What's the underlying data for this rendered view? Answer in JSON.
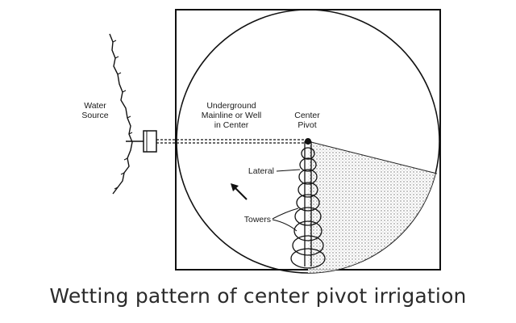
{
  "diagram": {
    "labels": {
      "water_source_line1": "Water",
      "water_source_line2": "Source",
      "mainline_line1": "Underground",
      "mainline_line2": "Mainline or Well",
      "mainline_line3": "in Center",
      "center_pivot_line1": "Center",
      "center_pivot_line2": "Pivot",
      "lateral": "Lateral",
      "towers": "Towers"
    }
  },
  "caption": "Wetting pattern of center pivot irrigation"
}
